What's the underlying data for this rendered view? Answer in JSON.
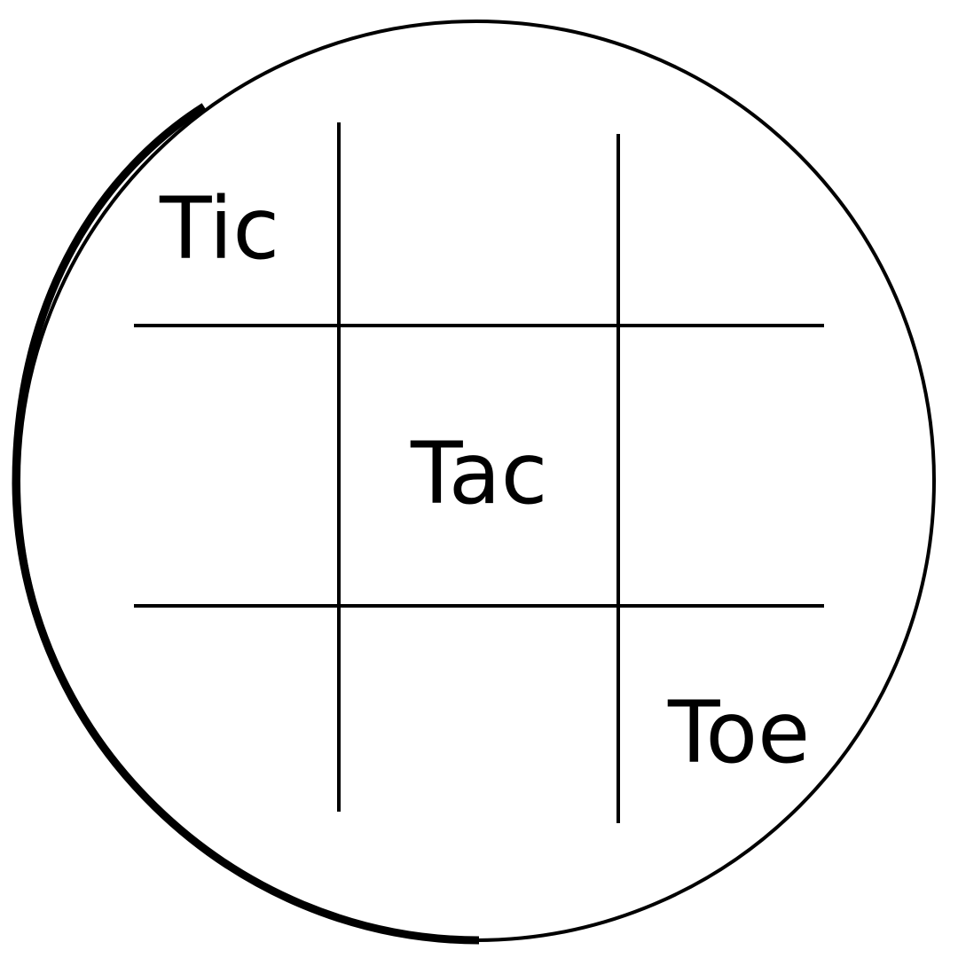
{
  "board": {
    "ink_color": "#000000",
    "background_color": "#ffffff",
    "cells": {
      "top_left": "Tic",
      "center": "Tac",
      "bottom_right": "Toe"
    }
  }
}
